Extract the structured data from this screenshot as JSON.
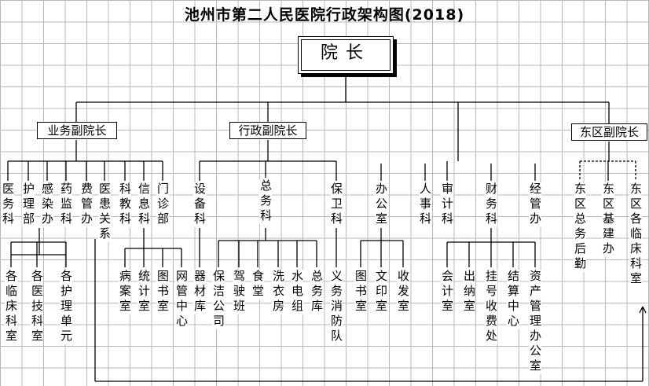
{
  "title": "池州市第二人民医院行政架构图(2018)",
  "top": "院长",
  "deputies": {
    "business": "业务副院长",
    "admin": "行政副院长",
    "east": "东区副院长"
  },
  "business": {
    "depts": [
      "医务科",
      "护理部",
      "感染办",
      "药监科",
      "费管办",
      "医患关系",
      "科教科",
      "信息科",
      "门诊部"
    ],
    "yiwu_sub": [
      "各临床科室",
      "各医技科室",
      "各护理单元"
    ],
    "info_sub": [
      "病案室",
      "统计室",
      "图书室",
      "网管中心"
    ]
  },
  "admin": {
    "equip": "设备科",
    "equip_sub": "器材库",
    "general": "总务科",
    "general_sub": [
      "保洁公司",
      "驾驶班",
      "食堂",
      "洗衣房",
      "水电组",
      "总务库"
    ],
    "security": "保卫科",
    "security_sub": "义务消防队",
    "office": "办公室",
    "office_sub": [
      "图书室",
      "文印室",
      "收发室"
    ],
    "hr": "人事科",
    "audit": "审计科",
    "finance": "财务科",
    "finance_sub": [
      "会计室",
      "出纳室",
      "挂号收费处",
      "结算中心",
      "资产管理办公室"
    ],
    "econ": "经管办"
  },
  "east": {
    "depts": [
      "东区总务后勤",
      "东区基建办",
      "东区各临床科室"
    ]
  }
}
